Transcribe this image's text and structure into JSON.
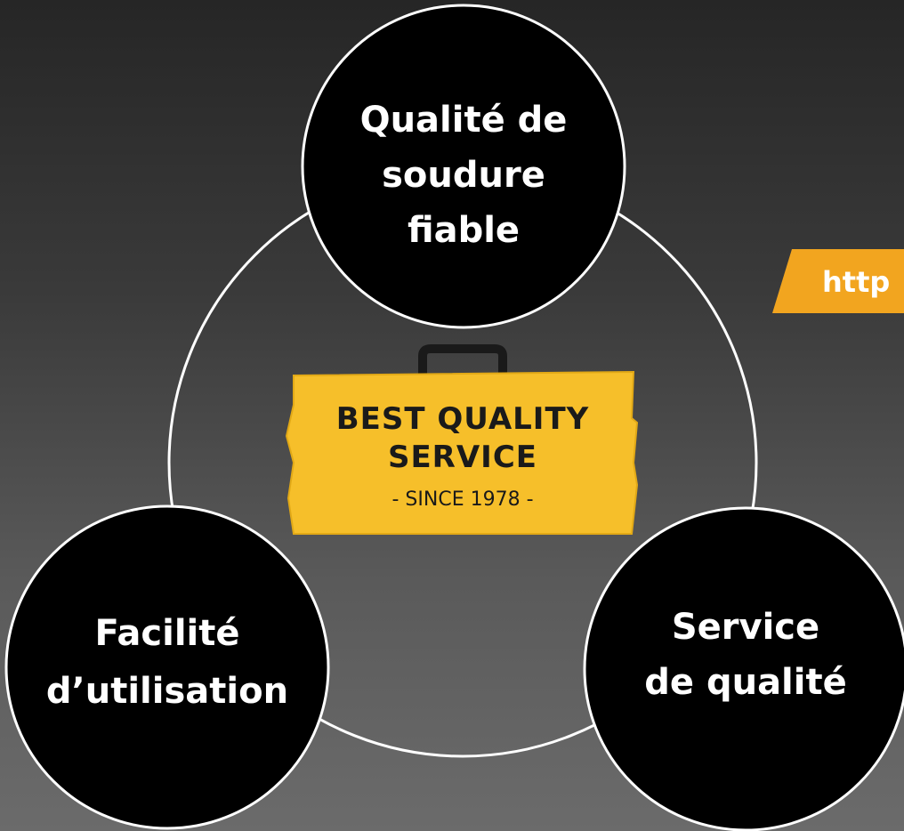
{
  "diagram": {
    "nodes": [
      {
        "id": "top",
        "lines": [
          "Qualité de",
          "soudure",
          "fiable"
        ]
      },
      {
        "id": "left",
        "lines": [
          "Facilité",
          "d’utilisation"
        ]
      },
      {
        "id": "right",
        "lines": [
          "Service",
          "de qualité"
        ]
      }
    ],
    "logo": {
      "line1": "BEST QUALITY",
      "line2": "SERVICE",
      "line3": "- SINCE 1978 -"
    },
    "url_banner": "http"
  },
  "colors": {
    "background_top": "#262626",
    "background_bottom": "#6b6b6b",
    "node_fill": "#000000",
    "ring_stroke": "#ffffff",
    "logo_yellow": "#f6bf2a",
    "banner_orange": "#f2a51f"
  }
}
